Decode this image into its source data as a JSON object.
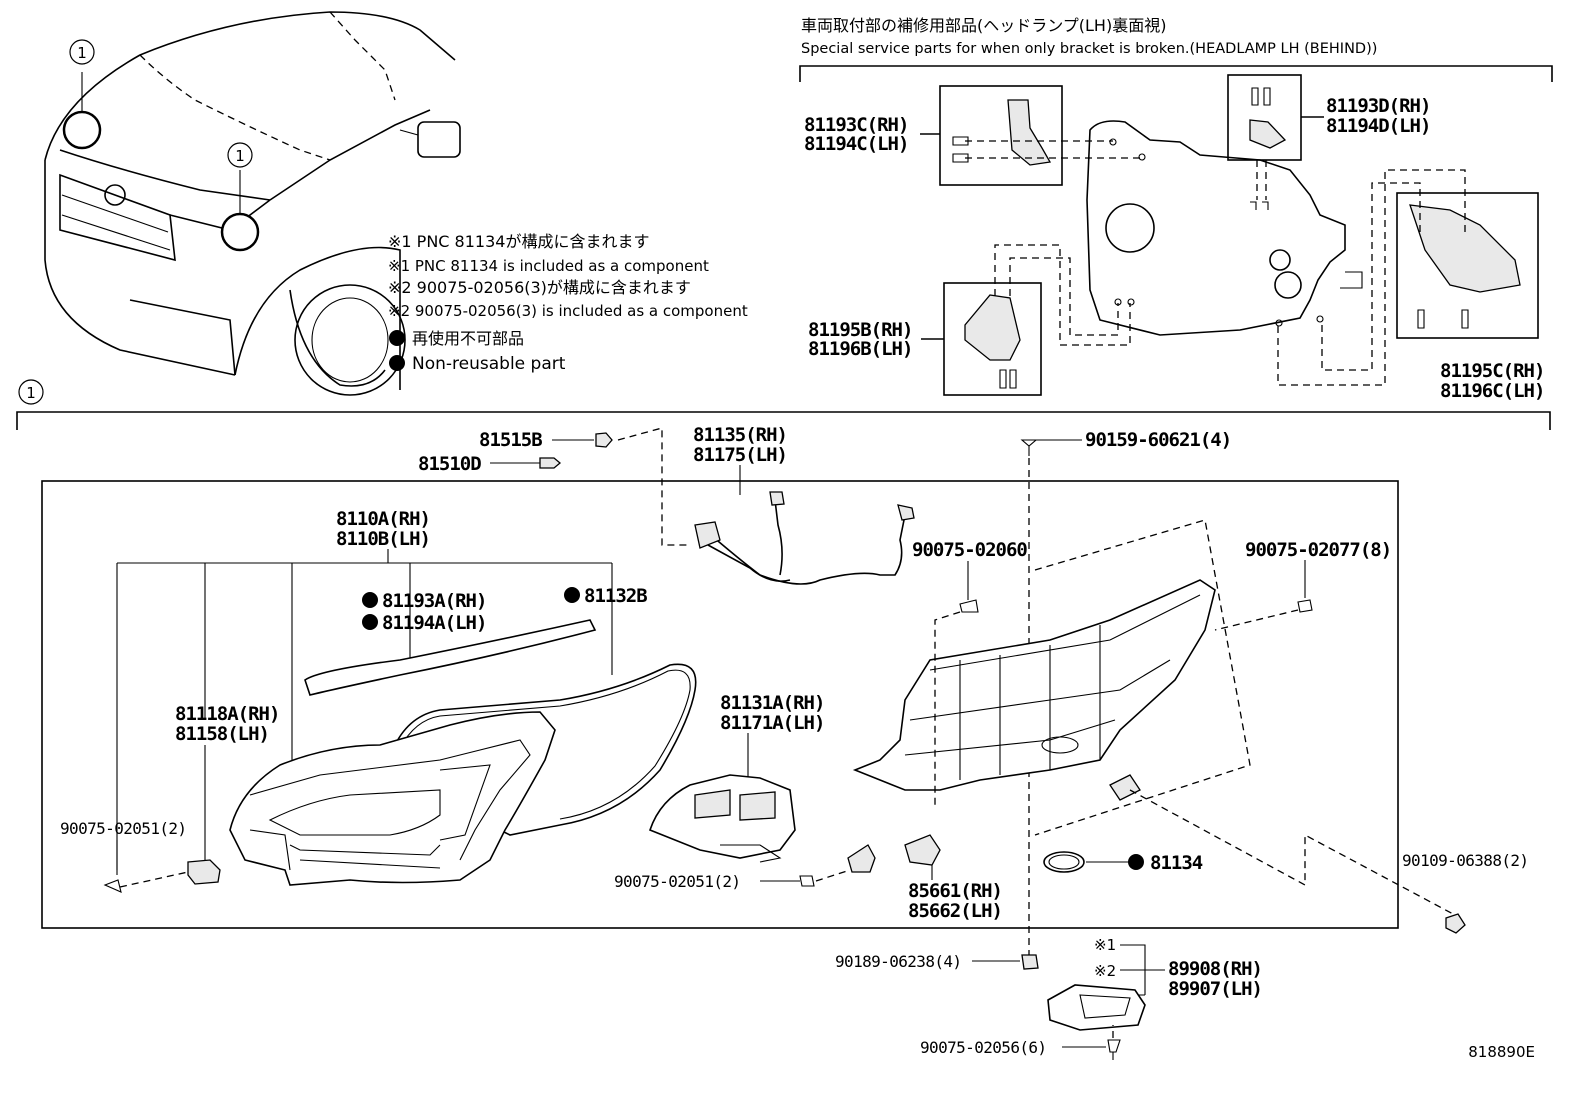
{
  "notes": {
    "jp_title": "車両取付部の補修用部品(ヘッドランプ(LH)裏面視)",
    "en_title": "Special service parts for when only bracket is broken.(HEADLAMP LH (BEHIND))",
    "note1_jp": "※1 PNC 81134が構成に含まれます",
    "note1_en": "※1 PNC 81134 is included as a component",
    "note2_jp": "※2 90075-02056(3)が構成に含まれます",
    "note2_en": "※2 90075-02056(3) is included as a component",
    "nonreuse_jp": "再使用不可部品",
    "nonreuse_en": "Non-reusable part"
  },
  "markers": {
    "circle1": "1"
  },
  "parts": {
    "p81193c": "81193C(RH)",
    "p81194c": "81194C(LH)",
    "p81193d": "81193D(RH)",
    "p81194d": "81194D(LH)",
    "p81195b": "81195B(RH)",
    "p81196b": "81196B(LH)",
    "p81195c": "81195C(RH)",
    "p81196c": "81196C(LH)",
    "p81515b": "81515B",
    "p81510d": "81510D",
    "p81135": "81135(RH)",
    "p81175": "81175(LH)",
    "p90159": "90159-60621(4)",
    "p8110a": "8110A(RH)",
    "p8110b": "8110B(LH)",
    "p81193a": "81193A(RH)",
    "p81194a": "81194A(LH)",
    "p81132b": "81132B",
    "p90075_02060": "90075-02060",
    "p90075_02077": "90075-02077(8)",
    "p81118a": "81118A(RH)",
    "p81158": "81158(LH)",
    "p81131a": "81131A(RH)",
    "p81171a": "81171A(LH)",
    "p90075_02051_l": "90075-02051(2)",
    "p90075_02051_c": "90075-02051(2)",
    "p81134": "81134",
    "p90109": "90109-06388(2)",
    "p85661": "85661(RH)",
    "p85662": "85662(LH)",
    "p90189": "90189-06238(4)",
    "ref1": "※1",
    "ref2": "※2",
    "p89908": "89908(RH)",
    "p89907": "89907(LH)",
    "p90075_02056": "90075-02056(6)"
  },
  "diagram_id": "818890E"
}
